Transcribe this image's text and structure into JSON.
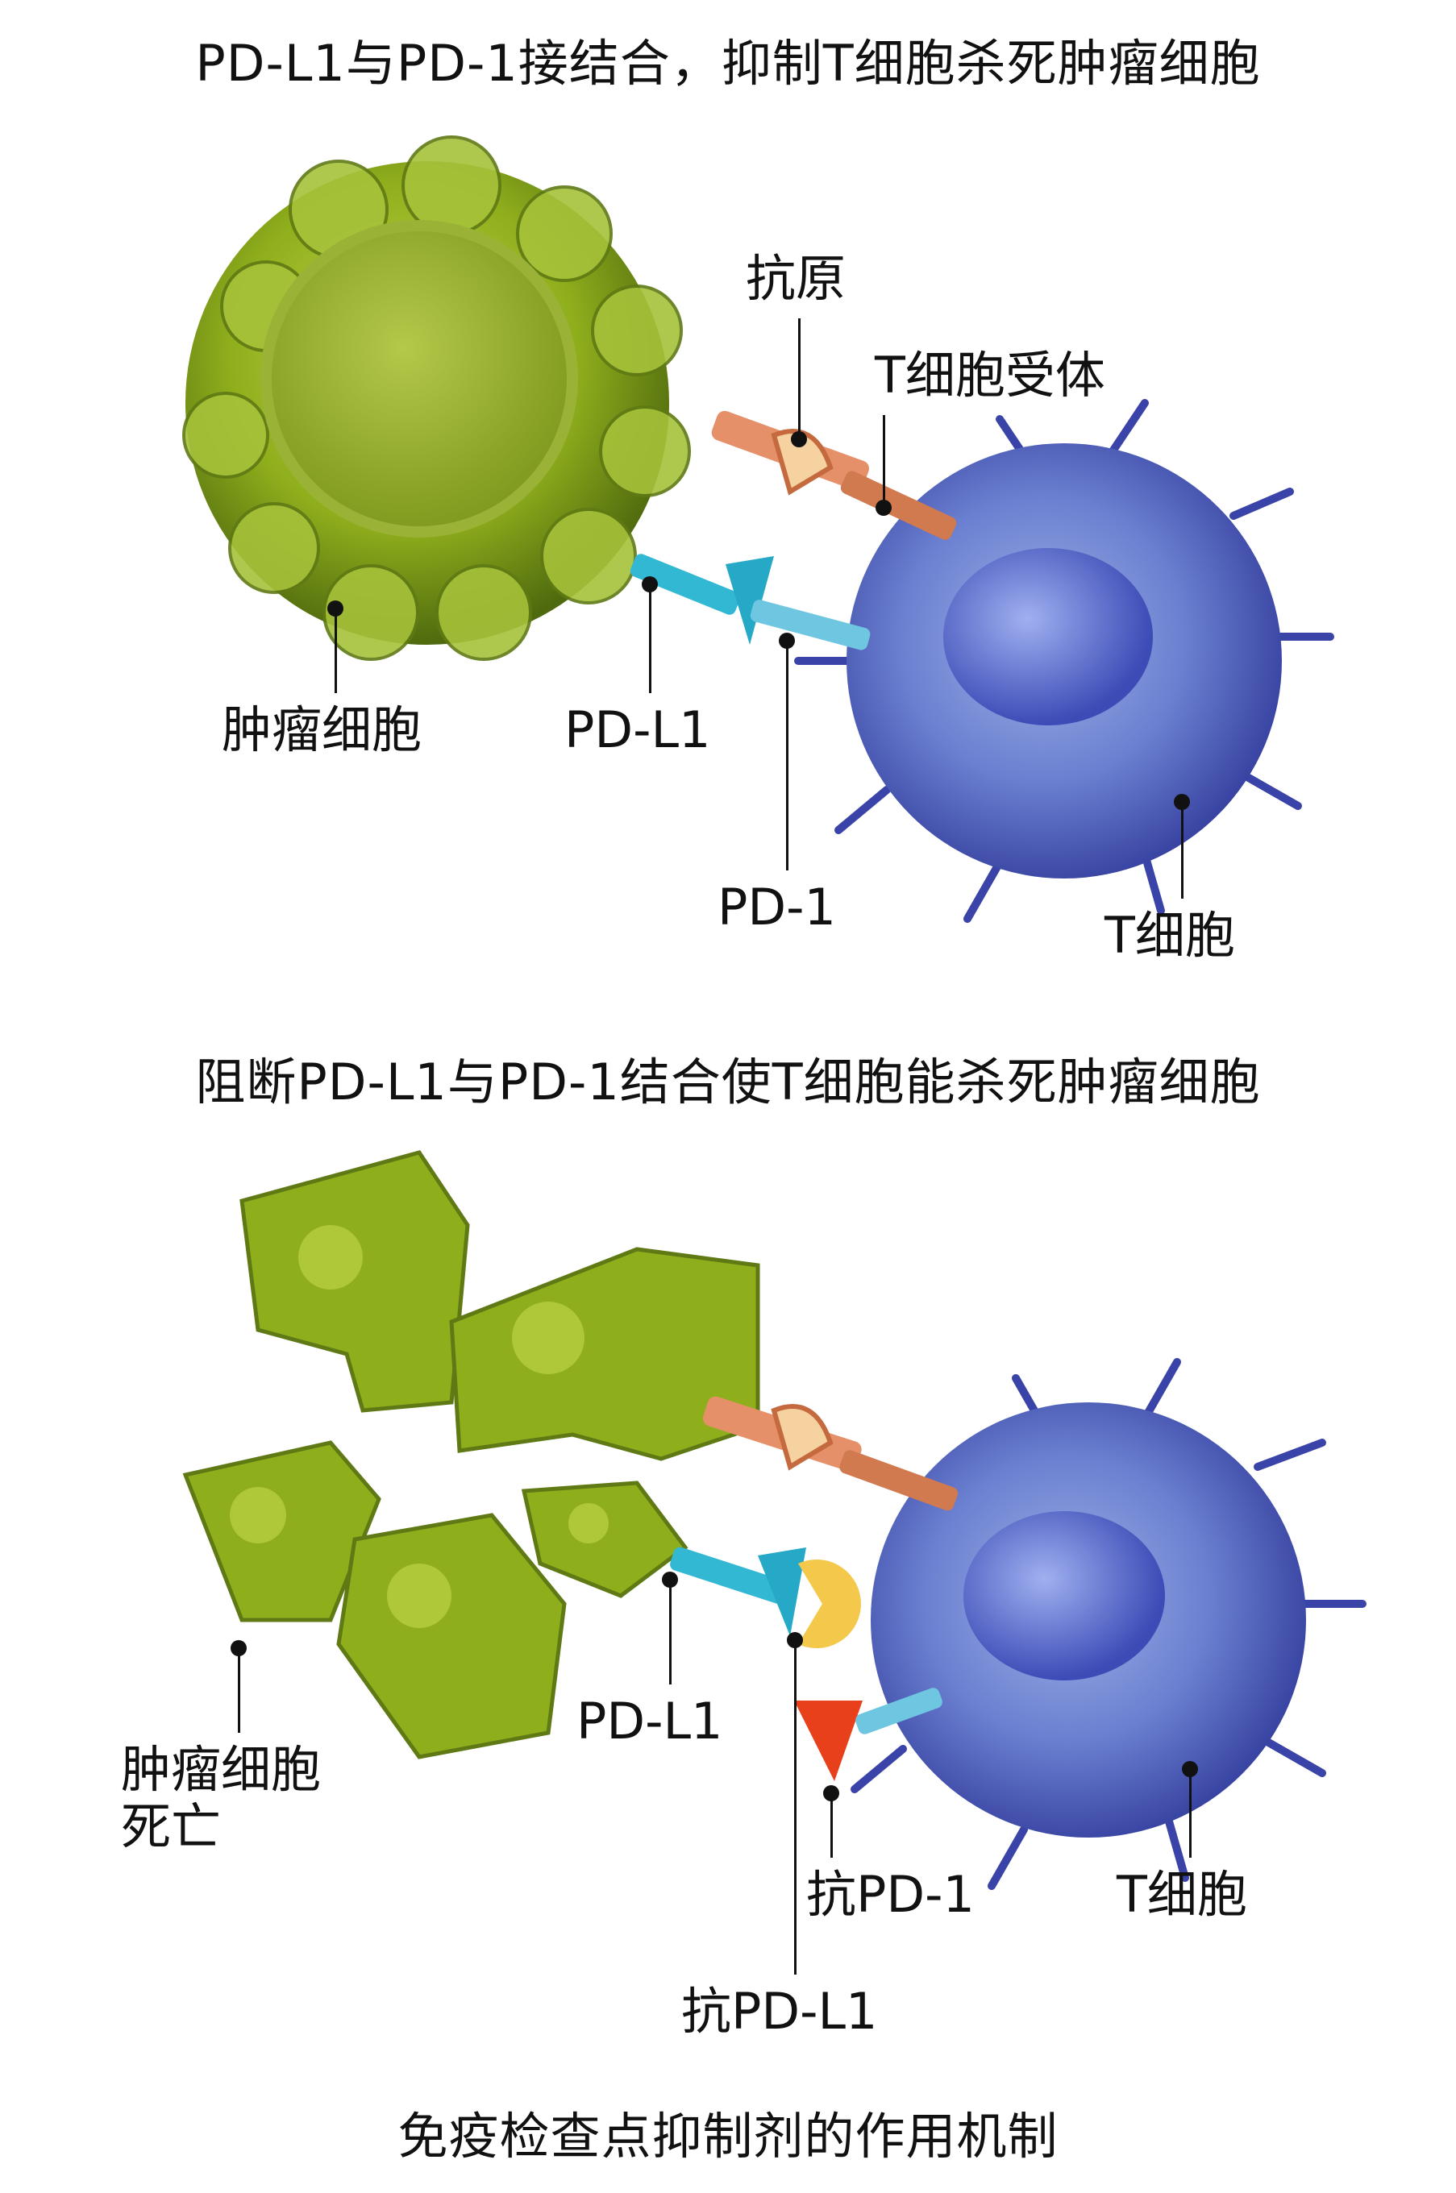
{
  "top_title": "PD-L1与PD-1接结合，抑制T细胞杀死肿瘤细胞",
  "middle_title": "阻断PD-L1与PD-1结合使T细胞能杀死肿瘤细胞",
  "bottom_title": "免疫检查点抑制剂的作用机制",
  "panel_top": {
    "antigen": "抗原",
    "tcr": "T细胞受体",
    "tumor_cell": "肿瘤细胞",
    "pdl1": "PD-L1",
    "pd1": "PD-1",
    "t_cell": "T细胞"
  },
  "panel_bottom": {
    "tumor_death_line1": "肿瘤细胞",
    "tumor_death_line2": "死亡",
    "pdl1": "PD-L1",
    "anti_pd1": "抗PD-1",
    "anti_pdl1": "抗PD-L1",
    "t_cell": "T细胞"
  },
  "colors": {
    "tumor_green": "#8fae1c",
    "tcell_blue": "#4b57b8",
    "receptor_orange": "#e08a5a",
    "pdl1_cyan": "#33b8d4",
    "antibody_yellow": "#f3c84b",
    "antibody_red": "#e8401a"
  }
}
